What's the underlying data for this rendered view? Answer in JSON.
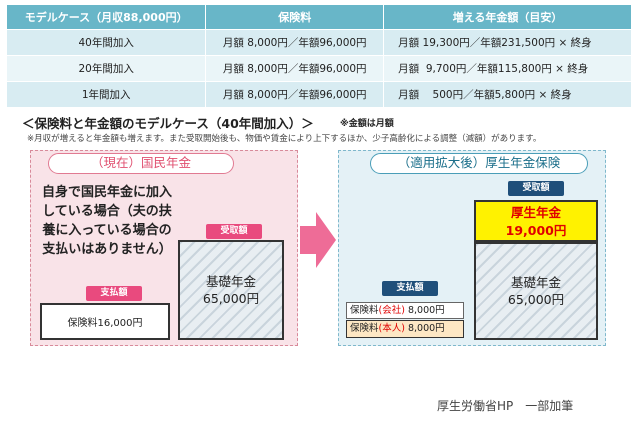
{
  "table": {
    "headers": [
      "モデルケース（月収88,000円）",
      "保険料",
      "増える年金額（目安）"
    ],
    "rows": [
      {
        "case": "40年間加入",
        "premium": "月額 8,000円／年額96,000円",
        "increase": "月額 19,300円／年額231,500円 × 終身"
      },
      {
        "case": "20年間加入",
        "premium": "月額 8,000円／年額96,000円",
        "increase": "月額  9,700円／年額115,800円 × 終身"
      },
      {
        "case": "1年間加入",
        "premium": "月額 8,000円／年額96,000円",
        "increase": "月額    500円／年額5,800円 × 終身"
      }
    ]
  },
  "section": {
    "title": "＜保険料と年金額のモデルケース（40年間加入）＞",
    "note": "※金額は月額",
    "subnote": "※月収が増えると年金額も増えます。また受取開始後も、物価や賃金により上下するほか、少子高齢化による調整（減額）があります。"
  },
  "left": {
    "title": "（現在）国民年金",
    "text": "自身で国民年金に加入している場合（夫の扶養に入っている場合の支払いはありません）",
    "pay_badge": "支払額",
    "recv_badge": "受取額",
    "pay_value": "保険料16,000円",
    "recv_label": "基礎年金",
    "recv_value": "65,000円"
  },
  "right": {
    "title": "（適用拡大後）厚生年金保険",
    "recv_badge": "受取額",
    "pay_badge": "支払額",
    "kousei_label": "厚生年金",
    "kousei_value": "19,000円",
    "recv_label": "基礎年金",
    "recv_value": "65,000円",
    "pay1_prefix": "保険料",
    "pay1_who": "(会社)",
    "pay1_value": "8,000円",
    "pay2_prefix": "保険料",
    "pay2_who": "(本人)",
    "pay2_value": "8,000円"
  },
  "credit": "厚生労働省HP　一部加筆",
  "colors": {
    "header": "#68b6c8",
    "pink_badge": "#e94a7e",
    "navy_badge": "#1f4f7a",
    "arrow": "#ee6c97",
    "highlight": "#fff200"
  }
}
